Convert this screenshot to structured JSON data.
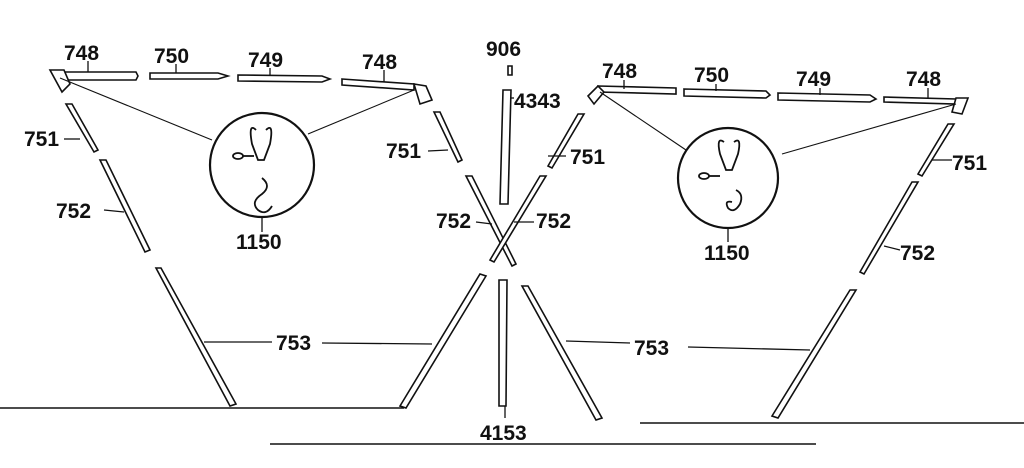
{
  "diagram": {
    "parts": {
      "p748": "748",
      "p749": "749",
      "p750": "750",
      "p751": "751",
      "p752": "752",
      "p753": "753",
      "p906": "906",
      "p1150": "1150",
      "p4153": "4153",
      "p4343": "4343"
    }
  }
}
